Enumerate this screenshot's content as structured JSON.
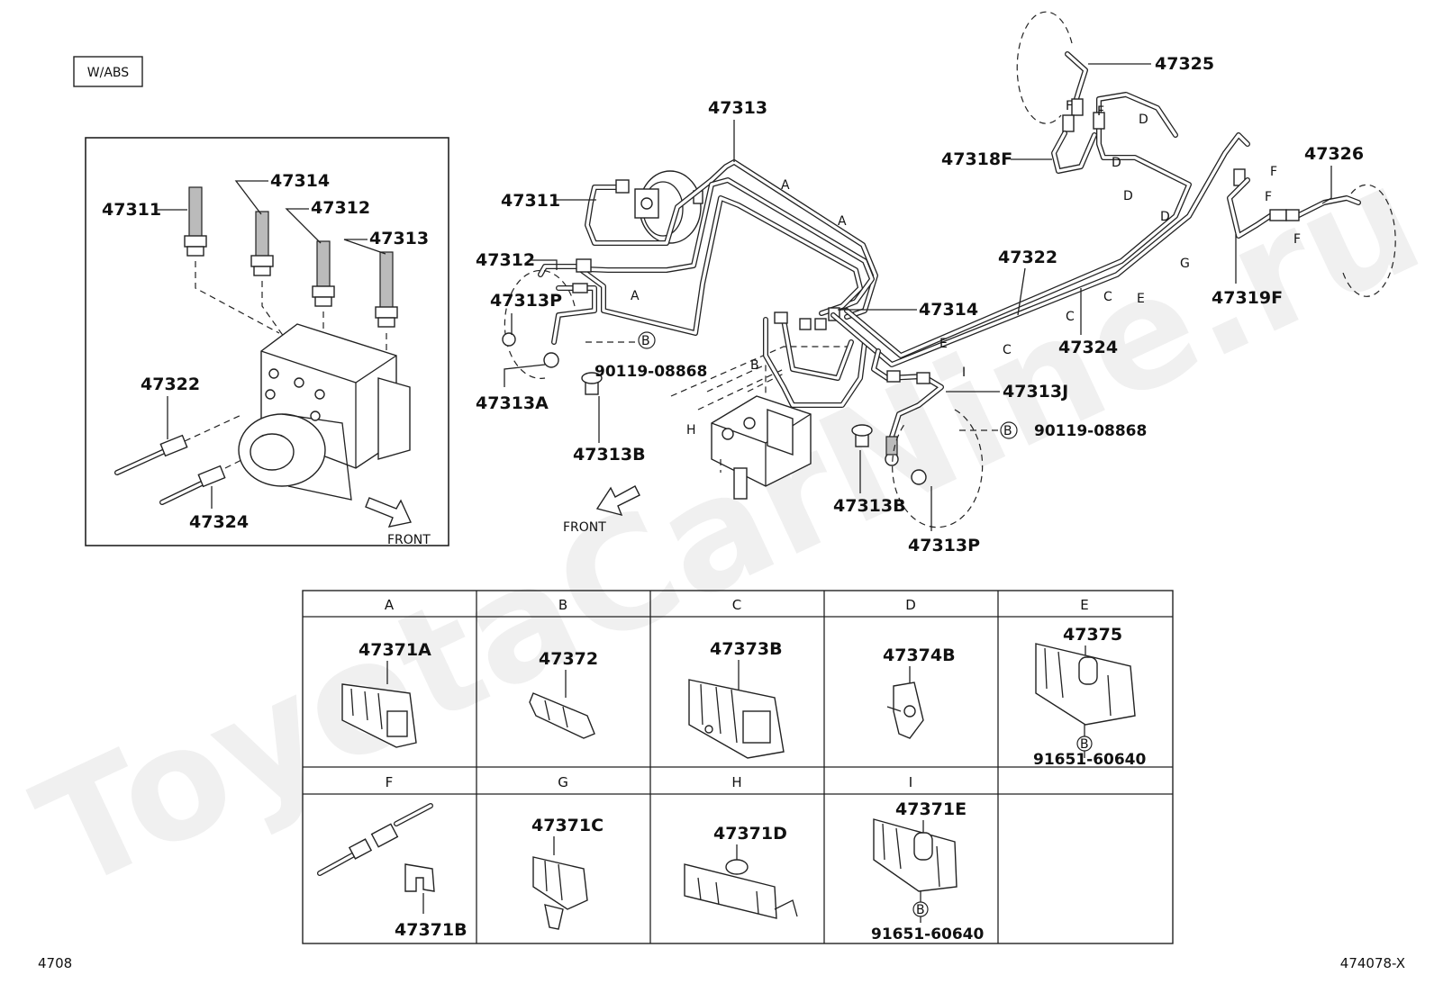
{
  "option_box": "W/ABS",
  "footer": {
    "left": "4708",
    "right": "474078-X"
  },
  "watermark": "ToyotaCarNine.ru",
  "inset": {
    "labels": [
      "47311",
      "47314",
      "47312",
      "47313",
      "47322",
      "47324"
    ],
    "front": "FRONT"
  },
  "main": {
    "labels": {
      "p47313_top": "47313",
      "p47311": "47311",
      "p47312": "47312",
      "p47313P_left": "47313P",
      "p47313A": "47313A",
      "p47313B_left": "47313B",
      "bolt_left": "90119-08868",
      "p47314": "47314",
      "p47322": "47322",
      "p47324": "47324",
      "p47313J": "47313J",
      "bolt_right": "90119-08868",
      "p47313B_right": "47313B",
      "p47313P_right": "47313P",
      "p47325": "47325",
      "p47318F": "47318F",
      "p47326": "47326",
      "p47319F": "47319F"
    },
    "front": "FRONT",
    "b_marker": "B"
  },
  "clip_table": {
    "row1": [
      {
        "header": "A",
        "parts": [
          "47371A"
        ]
      },
      {
        "header": "B",
        "parts": [
          "47372"
        ]
      },
      {
        "header": "C",
        "parts": [
          "47373B"
        ]
      },
      {
        "header": "D",
        "parts": [
          "47374B"
        ]
      },
      {
        "header": "E",
        "parts": [
          "47375",
          "91651-60640"
        ]
      }
    ],
    "row2": [
      {
        "header": "F",
        "parts": [
          "47371B"
        ]
      },
      {
        "header": "G",
        "parts": [
          "47371C"
        ]
      },
      {
        "header": "H",
        "parts": [
          "47371D"
        ]
      },
      {
        "header": "I",
        "parts": [
          "47371E",
          "91651-60640"
        ]
      },
      {
        "header": "",
        "parts": []
      }
    ]
  }
}
